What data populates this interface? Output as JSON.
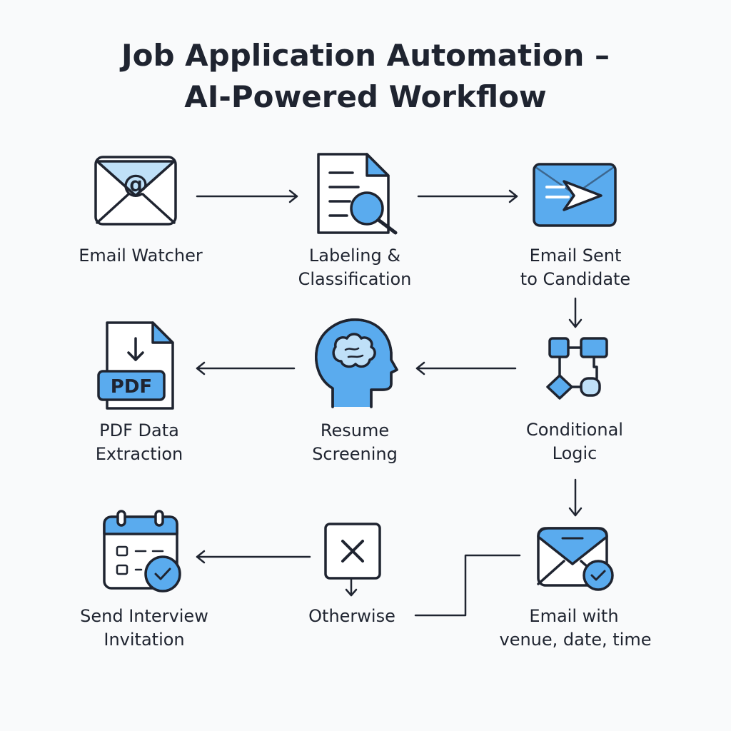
{
  "title": {
    "line1": "Job Application Automation –",
    "line2": "AI-Powered Workflow"
  },
  "colors": {
    "accent": "#5aabee",
    "accent_light": "#bfe0f8",
    "ink": "#1f2430",
    "background": "#f9fafb"
  },
  "steps": [
    {
      "id": "email-watcher",
      "icon": "email-at-icon",
      "label_lines": [
        "Email Watcher"
      ]
    },
    {
      "id": "labeling-classification",
      "icon": "document-search-icon",
      "label_lines": [
        "Labeling &",
        "Classification"
      ]
    },
    {
      "id": "email-sent",
      "icon": "email-send-icon",
      "label_lines": [
        "Email Sent",
        "to Candidate"
      ]
    },
    {
      "id": "conditional-logic",
      "icon": "flowchart-icon",
      "label_lines": [
        "Conditional",
        "Logic"
      ]
    },
    {
      "id": "resume-screening",
      "icon": "brain-head-icon",
      "label_lines": [
        "Resume",
        "Screening"
      ]
    },
    {
      "id": "pdf-extraction",
      "icon": "pdf-file-icon",
      "label_lines": [
        "PDF Data",
        "Extraction"
      ]
    },
    {
      "id": "email-venue",
      "icon": "email-check-icon",
      "label_lines": [
        "Email with",
        "venue, date, time"
      ]
    },
    {
      "id": "otherwise",
      "icon": "close-box-icon",
      "label_lines": [
        "Otherwise"
      ]
    },
    {
      "id": "send-invitation",
      "icon": "calendar-check-icon",
      "label_lines": [
        "Send Interview",
        "Invitation"
      ]
    }
  ],
  "icons": {
    "pdf_text": "PDF",
    "at_symbol": "@"
  }
}
